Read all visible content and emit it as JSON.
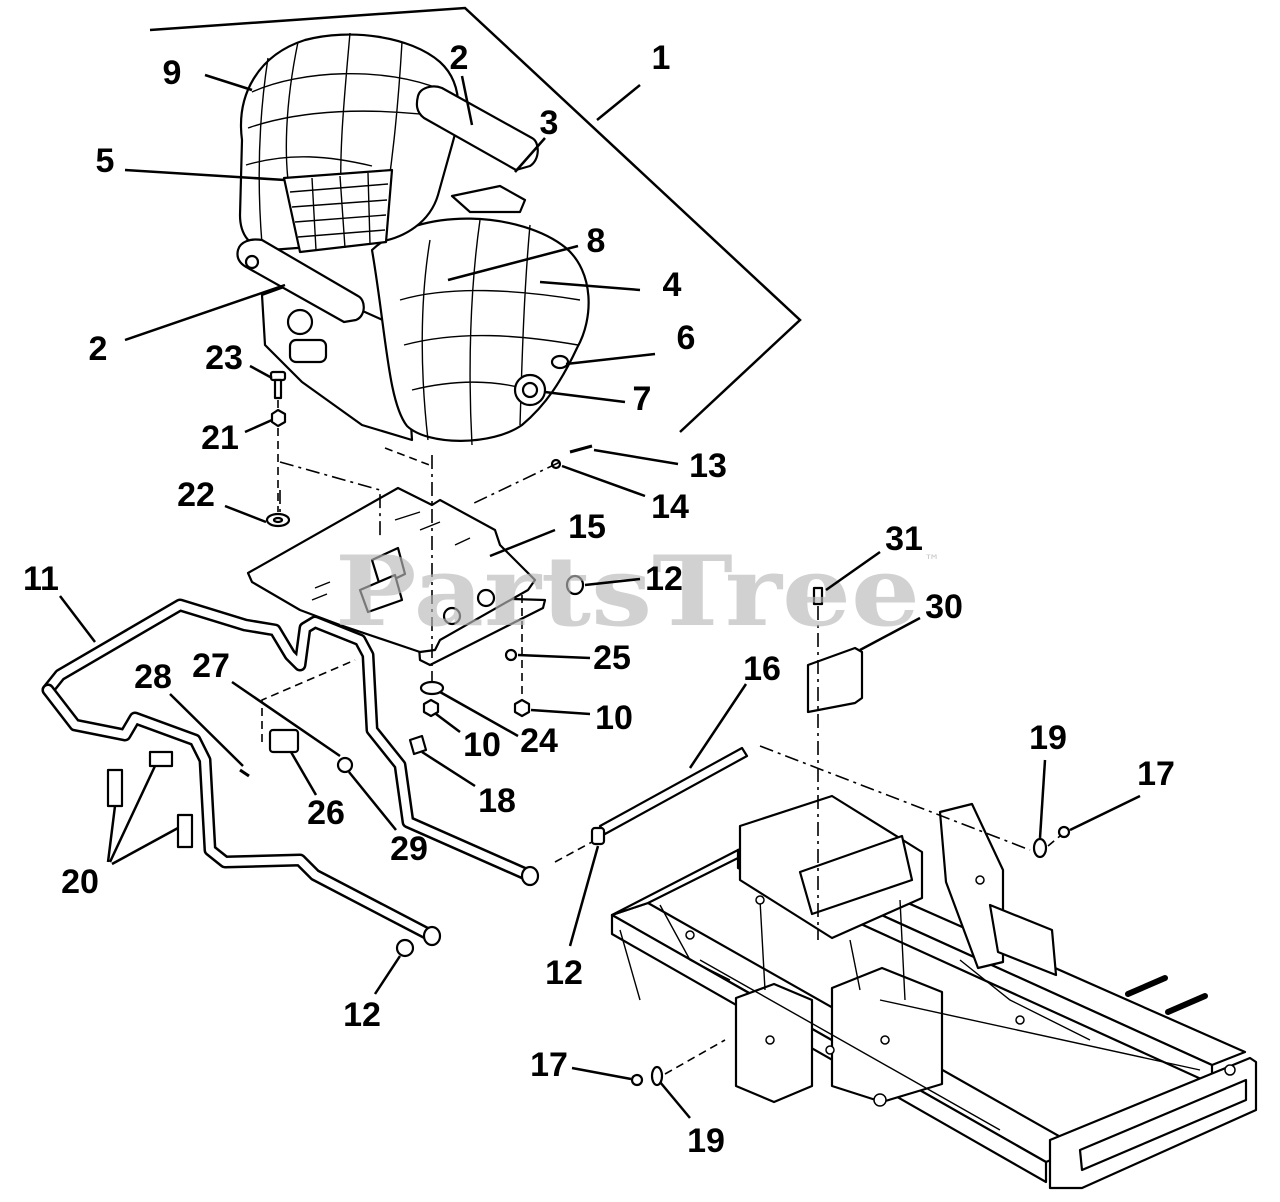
{
  "callouts": [
    "1",
    "2",
    "3",
    "9",
    "5",
    "8",
    "4",
    "2",
    "6",
    "7",
    "23",
    "21",
    "22",
    "13",
    "14",
    "15",
    "12",
    "11",
    "31",
    "30",
    "27",
    "28",
    "25",
    "16",
    "10",
    "10",
    "24",
    "18",
    "26",
    "29",
    "20",
    "12",
    "12",
    "19",
    "17",
    "17",
    "19"
  ],
  "watermark": {
    "text": "PartsTree",
    "trademark": "™"
  }
}
